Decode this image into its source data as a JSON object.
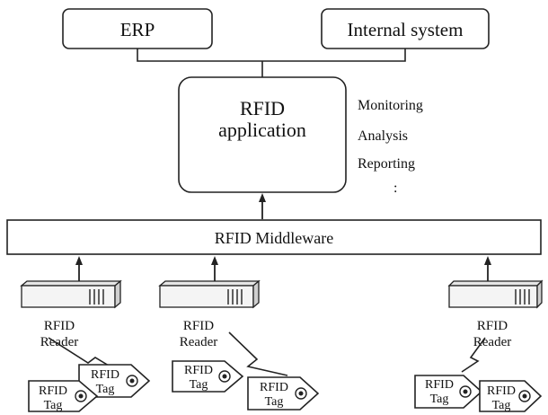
{
  "top_systems": {
    "erp": "ERP",
    "internal": "Internal system"
  },
  "application": {
    "line1": "RFID",
    "line2": "application"
  },
  "functions": [
    "Monitoring",
    "Analysis",
    "Reporting",
    ":"
  ],
  "middleware": "RFID Middleware",
  "readers": [
    {
      "line1": "RFID",
      "line2": "Reader"
    },
    {
      "line1": "RFID",
      "line2": "Reader"
    },
    {
      "line1": "RFID",
      "line2": "Reader"
    }
  ],
  "tags": [
    {
      "line1": "RFID",
      "line2": "Tag"
    },
    {
      "line1": "RFID",
      "line2": "Tag"
    },
    {
      "line1": "RFID",
      "line2": "Tag"
    },
    {
      "line1": "RFID",
      "line2": "Tag"
    },
    {
      "line1": "RFID",
      "line2": "Tag"
    },
    {
      "line1": "RFID",
      "line2": "Tag"
    }
  ]
}
